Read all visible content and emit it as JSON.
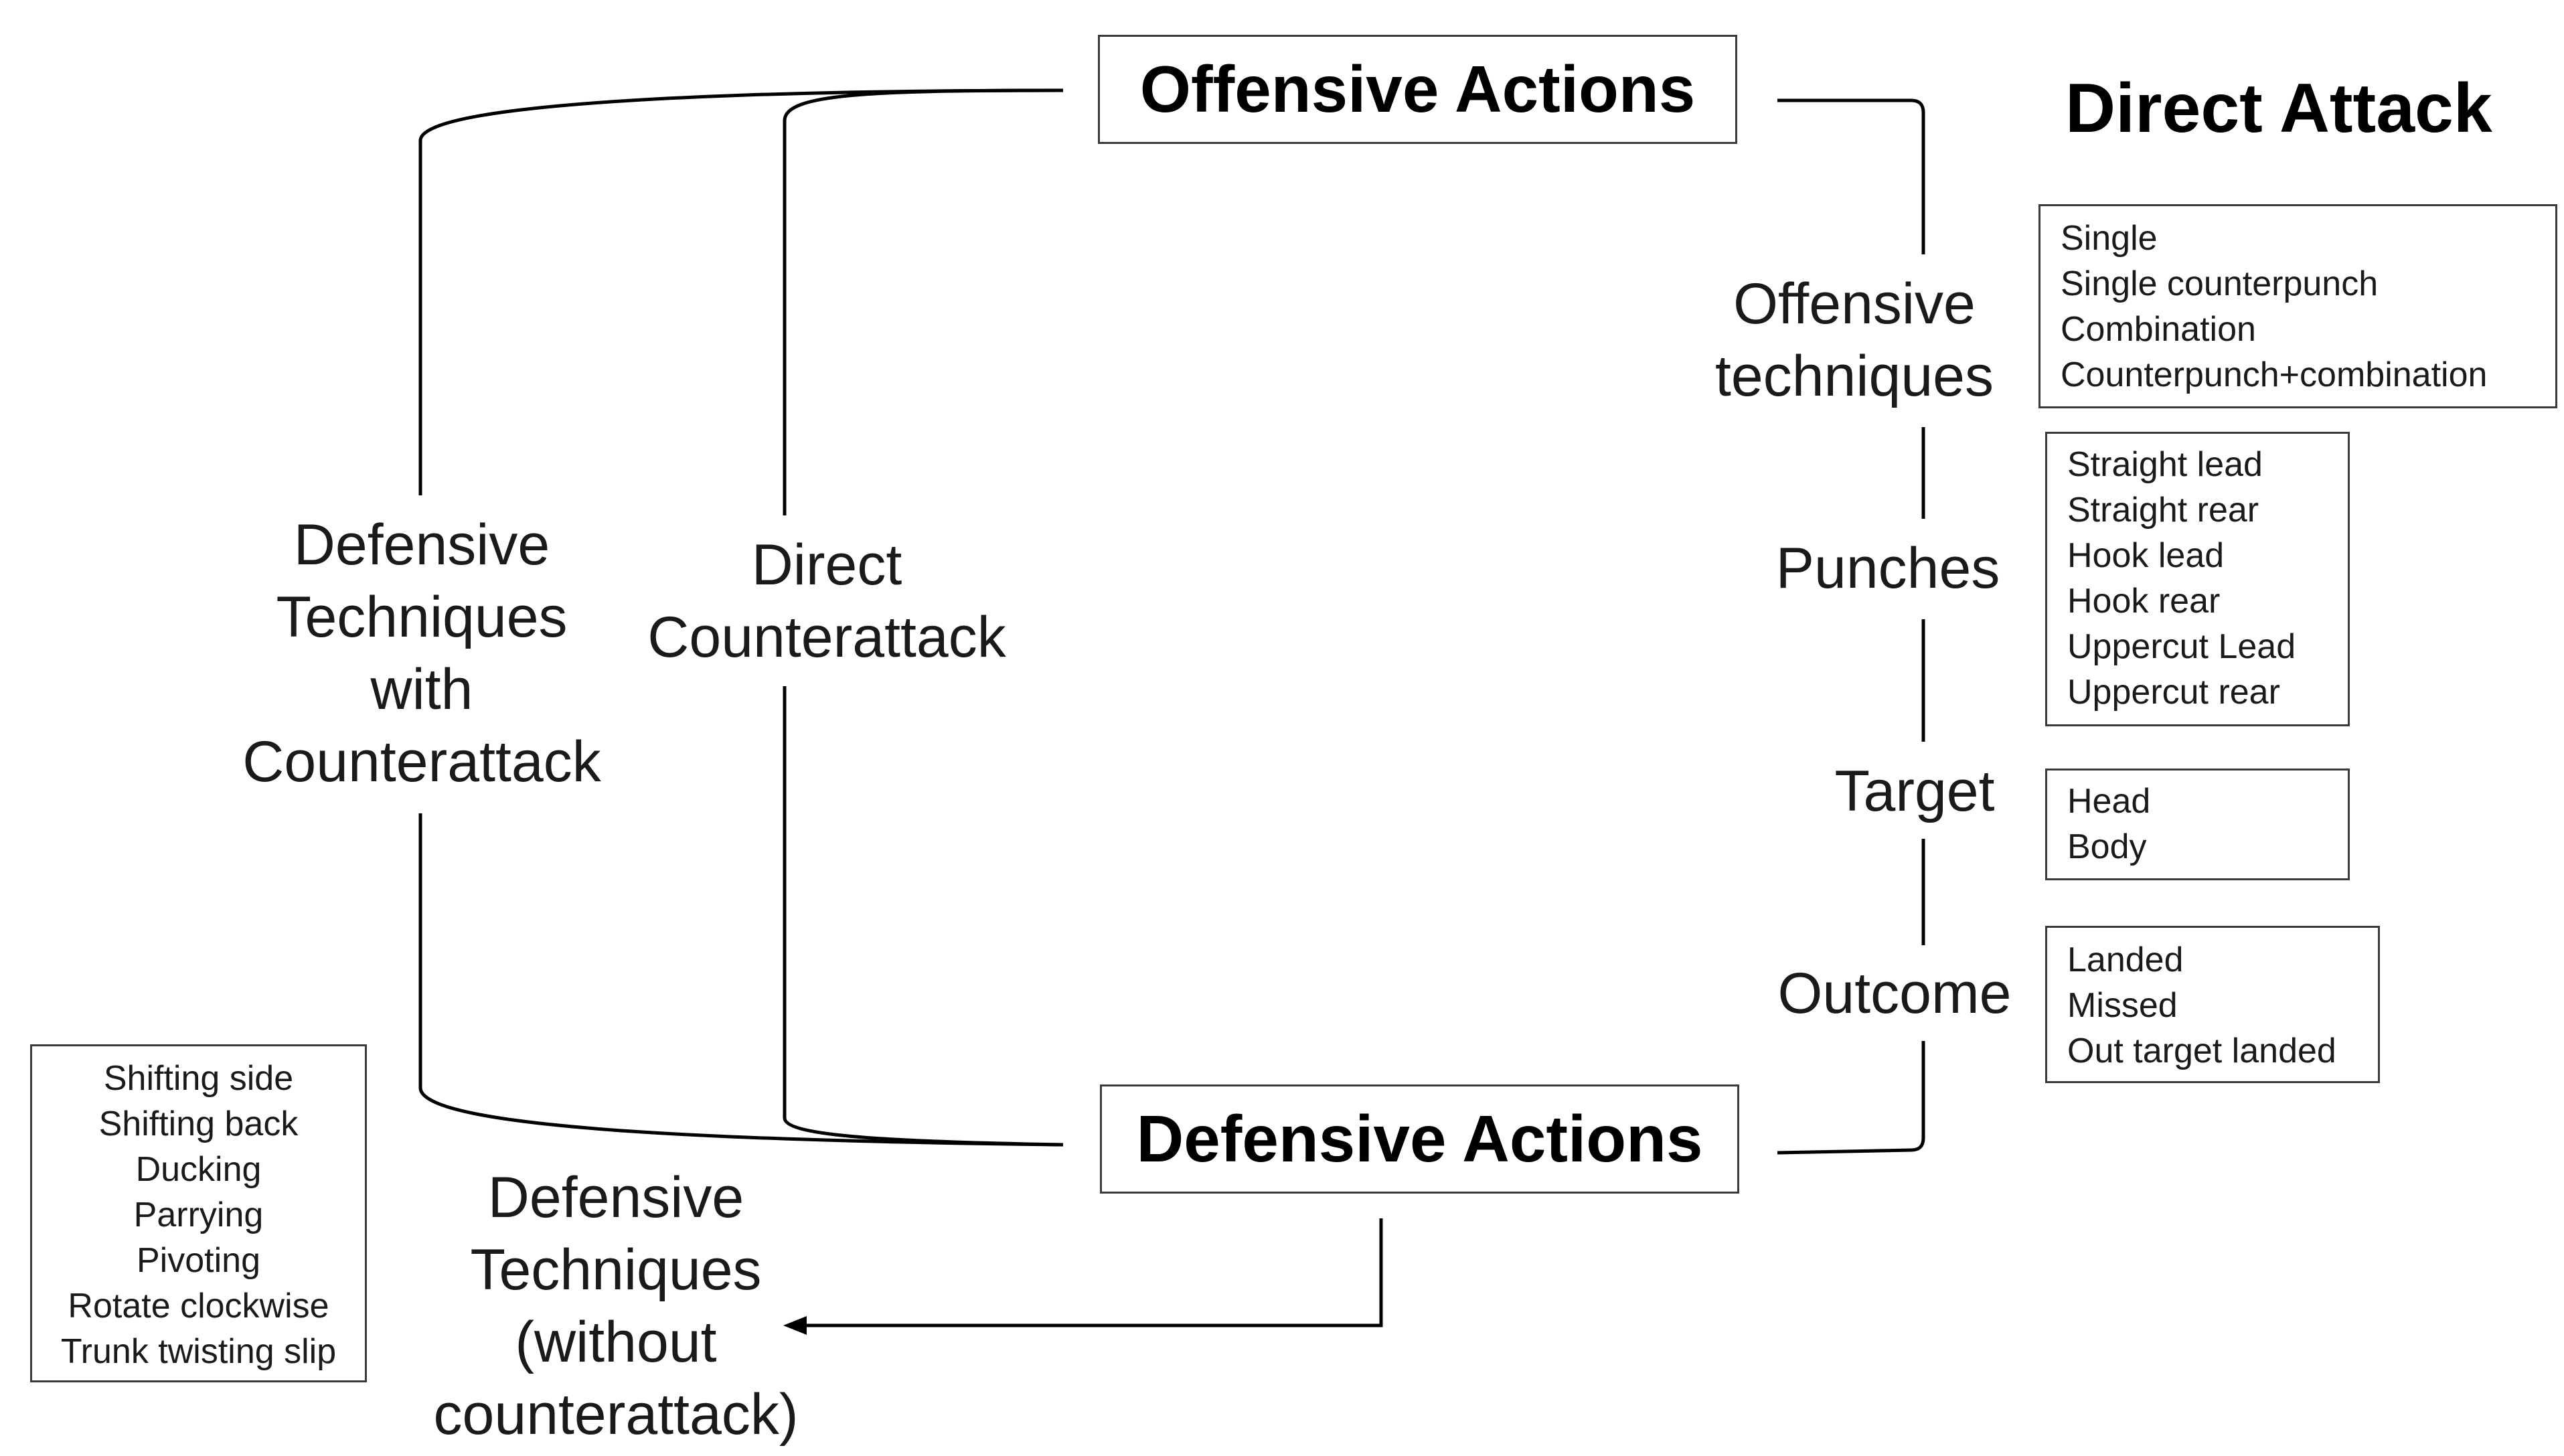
{
  "diagram": {
    "headers": {
      "offensive_actions": "Offensive Actions",
      "defensive_actions": "Defensive Actions",
      "direct_attack": "Direct Attack"
    },
    "labels": {
      "defensive_with_counter": [
        "Defensive",
        "Techniques",
        "with",
        "Counterattack"
      ],
      "direct_counterattack": [
        "Direct",
        "Counterattack"
      ],
      "defensive_without_counter": [
        "Defensive",
        "Techniques",
        "(without",
        "counterattack)"
      ],
      "offensive_techniques": [
        "Offensive",
        "techniques"
      ],
      "punches": "Punches",
      "target": "Target",
      "outcome": "Outcome"
    },
    "lists": {
      "offensive_techniques": [
        "Single",
        "Single counterpunch",
        "Combination",
        "Counterpunch+combination"
      ],
      "punches": [
        "Straight lead",
        "Straight rear",
        "Hook lead",
        "Hook rear",
        "Uppercut Lead",
        "Uppercut rear"
      ],
      "target": [
        "Head",
        "Body"
      ],
      "outcome": [
        "Landed",
        "Missed",
        "Out target landed"
      ],
      "defensive_techniques": [
        "Shifting side",
        "Shifting back",
        "Ducking",
        "Parrying",
        "Pivoting",
        "Rotate clockwise",
        "Trunk twisting slip"
      ]
    }
  }
}
